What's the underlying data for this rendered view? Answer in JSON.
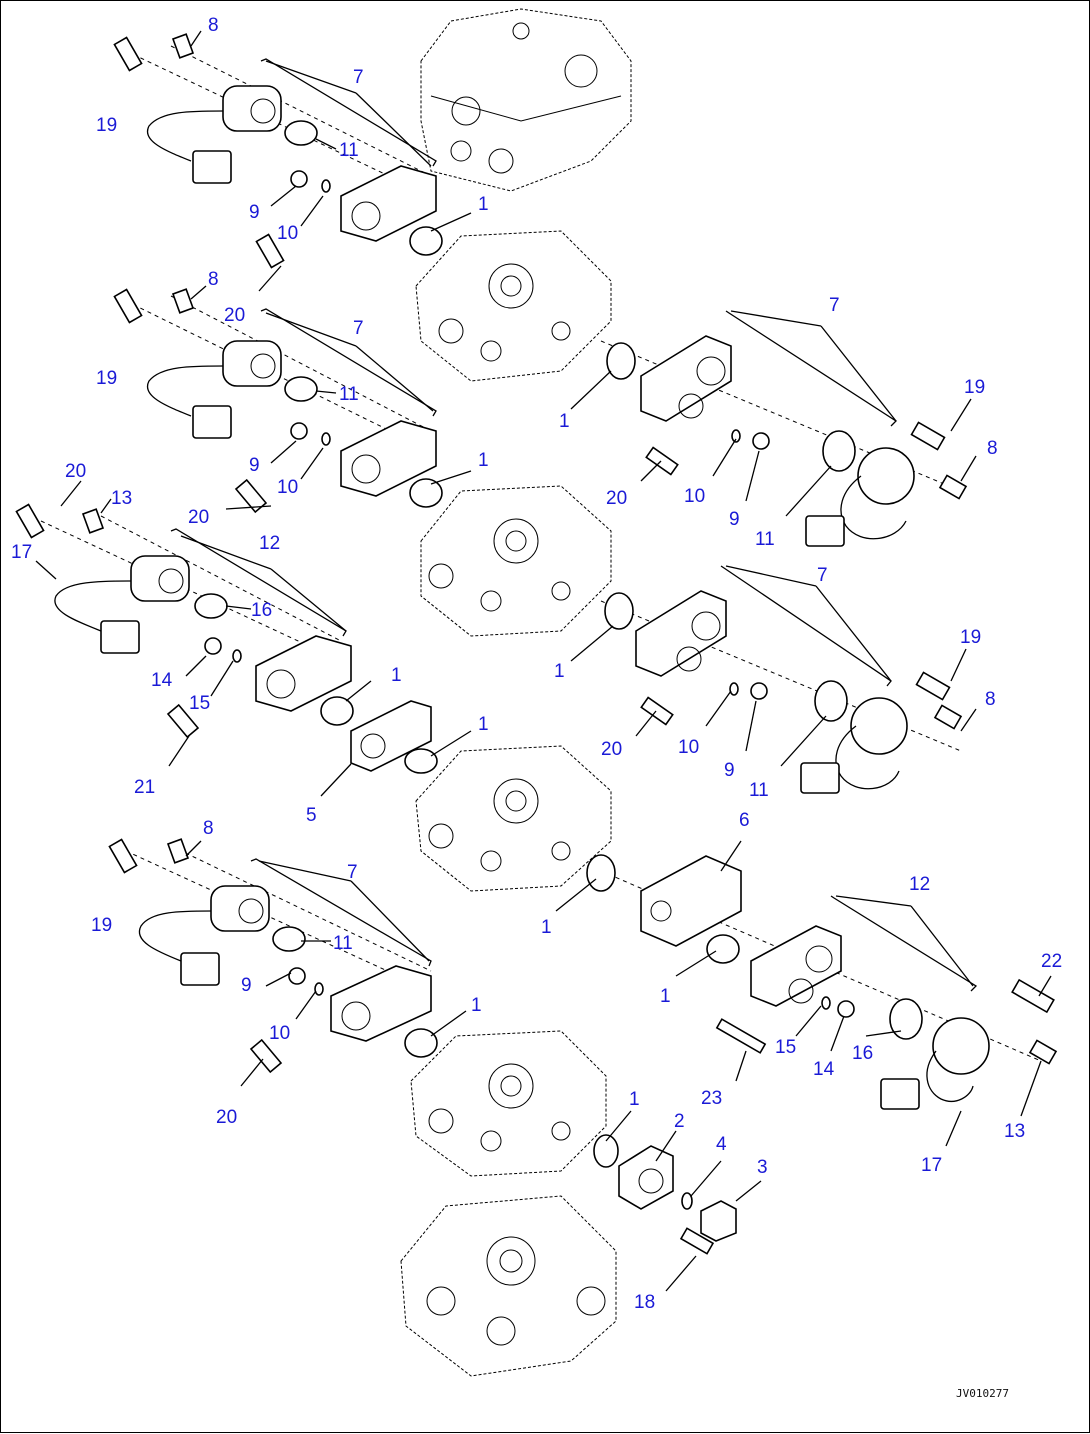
{
  "callouts": [
    {
      "id": "c-8a",
      "text": "8"
    },
    {
      "id": "c-7a",
      "text": "7"
    },
    {
      "id": "c-19a",
      "text": "19"
    },
    {
      "id": "c-11a",
      "text": "11"
    },
    {
      "id": "c-9a",
      "text": "9"
    },
    {
      "id": "c-10a",
      "text": "10"
    },
    {
      "id": "c-1a",
      "text": "1"
    },
    {
      "id": "c-8b",
      "text": "8"
    },
    {
      "id": "c-20a",
      "text": "20"
    },
    {
      "id": "c-7b",
      "text": "7"
    },
    {
      "id": "c-19b",
      "text": "19"
    },
    {
      "id": "c-11b",
      "text": "11"
    },
    {
      "id": "c-9b",
      "text": "9"
    },
    {
      "id": "c-10b",
      "text": "10"
    },
    {
      "id": "c-1b",
      "text": "1"
    },
    {
      "id": "c-20b",
      "text": "20"
    },
    {
      "id": "c-13a",
      "text": "13"
    },
    {
      "id": "c-20c",
      "text": "20"
    },
    {
      "id": "c-12a",
      "text": "12"
    },
    {
      "id": "c-17a",
      "text": "17"
    },
    {
      "id": "c-16a",
      "text": "16"
    },
    {
      "id": "c-14a",
      "text": "14"
    },
    {
      "id": "c-15a",
      "text": "15"
    },
    {
      "id": "c-1c",
      "text": "1"
    },
    {
      "id": "c-1d",
      "text": "1"
    },
    {
      "id": "c-21",
      "text": "21"
    },
    {
      "id": "c-5",
      "text": "5"
    },
    {
      "id": "c-8c",
      "text": "8"
    },
    {
      "id": "c-7c",
      "text": "7"
    },
    {
      "id": "c-19c",
      "text": "19"
    },
    {
      "id": "c-11c",
      "text": "11"
    },
    {
      "id": "c-9c",
      "text": "9"
    },
    {
      "id": "c-10c",
      "text": "10"
    },
    {
      "id": "c-1e",
      "text": "1"
    },
    {
      "id": "c-20d",
      "text": "20"
    },
    {
      "id": "c-7d",
      "text": "7"
    },
    {
      "id": "c-1f",
      "text": "1"
    },
    {
      "id": "c-19d",
      "text": "19"
    },
    {
      "id": "c-8d",
      "text": "8"
    },
    {
      "id": "c-20e",
      "text": "20"
    },
    {
      "id": "c-10d",
      "text": "10"
    },
    {
      "id": "c-9d",
      "text": "9"
    },
    {
      "id": "c-11d",
      "text": "11"
    },
    {
      "id": "c-7e",
      "text": "7"
    },
    {
      "id": "c-1g",
      "text": "1"
    },
    {
      "id": "c-19e",
      "text": "19"
    },
    {
      "id": "c-8e",
      "text": "8"
    },
    {
      "id": "c-20f",
      "text": "20"
    },
    {
      "id": "c-10e",
      "text": "10"
    },
    {
      "id": "c-9e",
      "text": "9"
    },
    {
      "id": "c-11e",
      "text": "11"
    },
    {
      "id": "c-6",
      "text": "6"
    },
    {
      "id": "c-1h",
      "text": "1"
    },
    {
      "id": "c-1i",
      "text": "1"
    },
    {
      "id": "c-12b",
      "text": "12"
    },
    {
      "id": "c-22",
      "text": "22"
    },
    {
      "id": "c-15b",
      "text": "15"
    },
    {
      "id": "c-14b",
      "text": "14"
    },
    {
      "id": "c-16b",
      "text": "16"
    },
    {
      "id": "c-23",
      "text": "23"
    },
    {
      "id": "c-13b",
      "text": "13"
    },
    {
      "id": "c-17b",
      "text": "17"
    },
    {
      "id": "c-1j",
      "text": "1"
    },
    {
      "id": "c-2",
      "text": "2"
    },
    {
      "id": "c-4",
      "text": "4"
    },
    {
      "id": "c-3",
      "text": "3"
    },
    {
      "id": "c-18",
      "text": "18"
    }
  ],
  "drawing_id": "JV010277",
  "colors": {
    "callout": "#1a1ad6",
    "line": "#000000",
    "background": "#ffffff"
  }
}
